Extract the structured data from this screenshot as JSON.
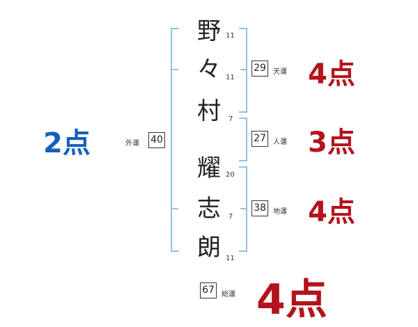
{
  "characters": [
    {
      "char": "野",
      "strokes": "11"
    },
    {
      "char": "々",
      "strokes": "11"
    },
    {
      "char": "村",
      "strokes": "7"
    },
    {
      "char": "耀",
      "strokes": "20"
    },
    {
      "char": "志",
      "strokes": "7"
    },
    {
      "char": "朗",
      "strokes": "11"
    }
  ],
  "tenkaku": {
    "label": "天運",
    "value": "29",
    "points": "4点"
  },
  "jinkaku": {
    "label": "人運",
    "value": "27",
    "points": "3点"
  },
  "chikaku": {
    "label": "地運",
    "value": "38",
    "points": "4点"
  },
  "gaikaku": {
    "label": "外運",
    "value": "40",
    "points": "2点"
  },
  "soukaku": {
    "label": "総運",
    "value": "67",
    "points": "4点"
  },
  "colors": {
    "bracket": "#8ec3e6",
    "red": "#b5121b",
    "blue": "#1560bd"
  }
}
